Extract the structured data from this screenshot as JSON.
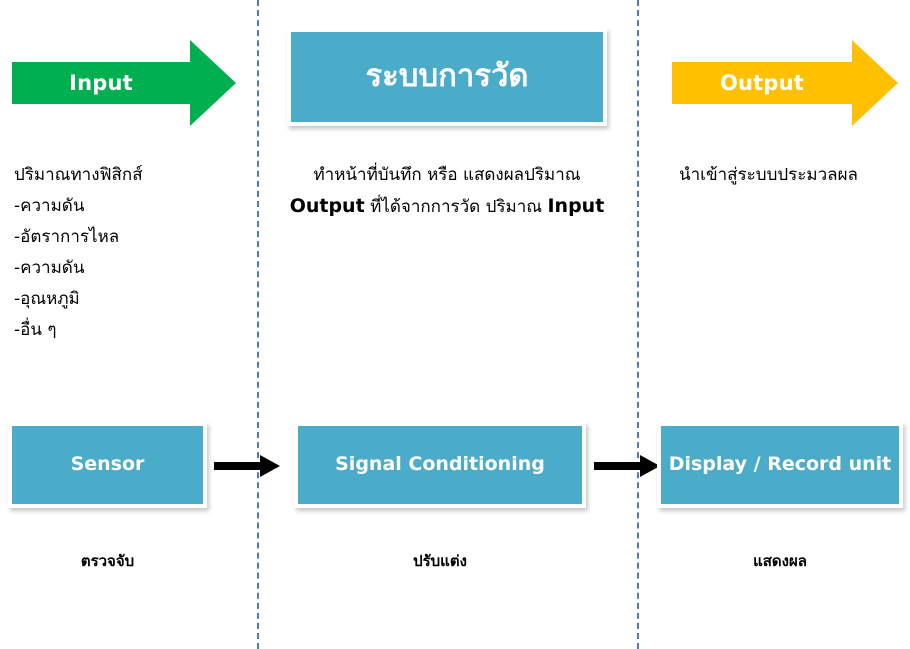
{
  "diagram": {
    "title_box": {
      "label": "ระบบการวัด"
    },
    "arrows": {
      "input": {
        "label": "Input",
        "color": "#00b050"
      },
      "output": {
        "label": "Output",
        "color": "#ffc000"
      }
    },
    "columns": [
      {
        "id": "input",
        "description_lines": [
          "ปริมาณทางฟิสิกส์",
          "-ความดัน",
          "-อัตราการไหล",
          "-ความดัน",
          "-อุณหภูมิ",
          "-อื่น ๆ"
        ],
        "box_label": "Sensor",
        "caption": "ตรวจจับ"
      },
      {
        "id": "system",
        "paragraph": {
          "line1": "ทำหน้าที่บันทึก หรือ แสดงผลปริมาณ",
          "line2_pre": "Output",
          "line2_mid": " ที่ได้จากการวัด ปริมาณ ",
          "line2_post": "Input"
        },
        "box_label": "Signal Conditioning",
        "caption": "ปรับแต่ง"
      },
      {
        "id": "output",
        "description": "นำเข้าสู่ระบบประมวลผล",
        "box_label": "Display / Record unit",
        "caption": "แสดงผล"
      }
    ],
    "colors": {
      "teal": "#4aacc9",
      "green": "#00b050",
      "amber": "#ffc000",
      "divider": "#4a7ebb",
      "connector": "#000000",
      "background": "#ffffff"
    }
  }
}
